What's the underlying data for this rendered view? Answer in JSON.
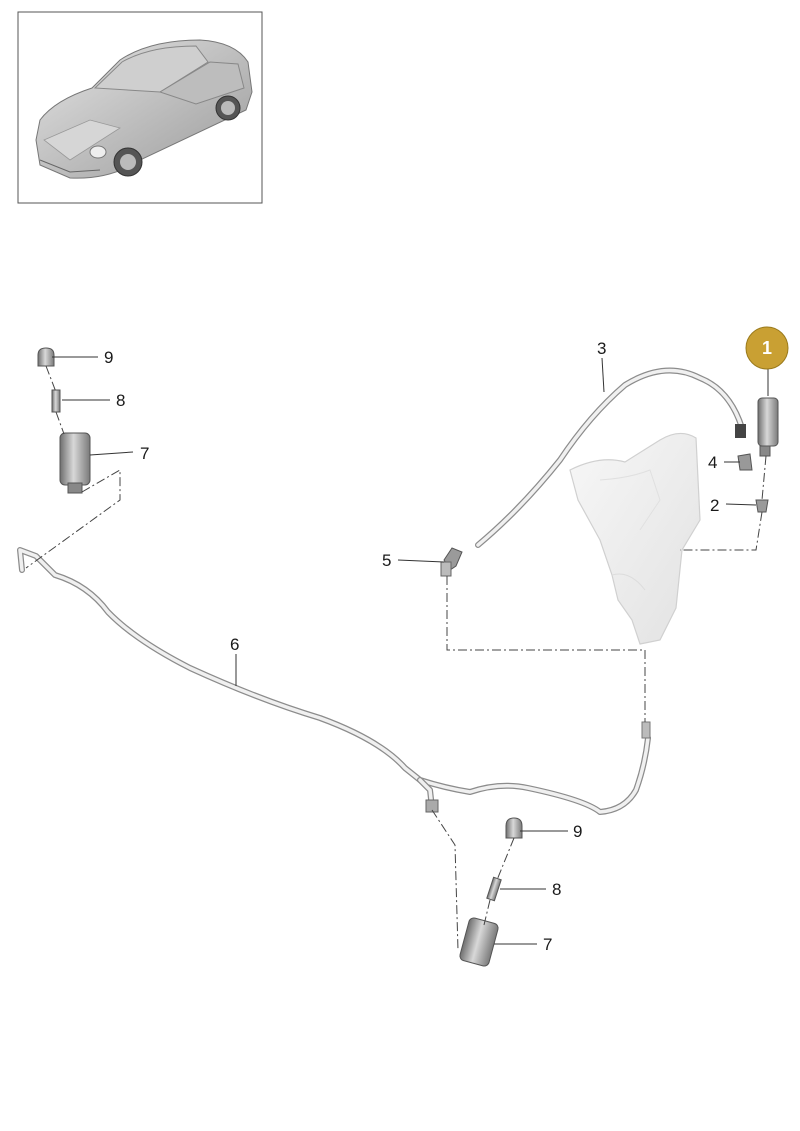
{
  "diagram": {
    "highlight_color": "#c9a033",
    "callouts": [
      {
        "id": "callout-1",
        "label": "1",
        "highlighted": true
      },
      {
        "id": "callout-2",
        "label": "2"
      },
      {
        "id": "callout-3",
        "label": "3"
      },
      {
        "id": "callout-4",
        "label": "4"
      },
      {
        "id": "callout-5",
        "label": "5"
      },
      {
        "id": "callout-6",
        "label": "6"
      },
      {
        "id": "callout-7-left",
        "label": "7"
      },
      {
        "id": "callout-8-left",
        "label": "8"
      },
      {
        "id": "callout-9-left",
        "label": "9"
      },
      {
        "id": "callout-7-right",
        "label": "7"
      },
      {
        "id": "callout-8-right",
        "label": "8"
      },
      {
        "id": "callout-9-right",
        "label": "9"
      }
    ],
    "thumbnail_icon": "car-thumbnail-icon"
  }
}
